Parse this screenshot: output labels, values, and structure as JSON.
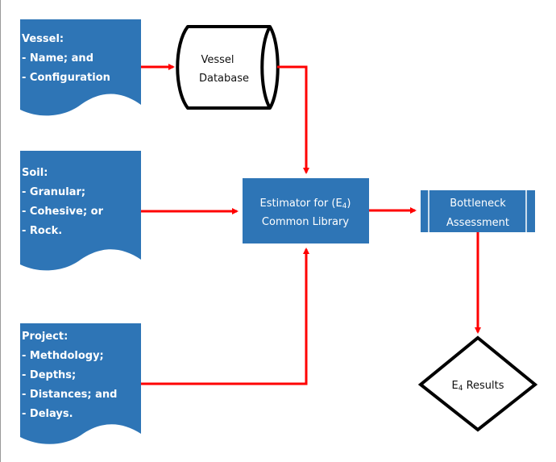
{
  "colors": {
    "document_fill": "#2e75b6",
    "process_fill": "#2e75b6",
    "connector": "#ff0000",
    "outline": "#000000",
    "text_light": "#ffffff",
    "text_dark": "#111111"
  },
  "inputs": {
    "vessel": {
      "title": "Vessel:",
      "items": [
        "- Name; and",
        "- Configuration"
      ]
    },
    "soil": {
      "title": "Soil:",
      "items": [
        "- Granular;",
        "- Cohesive; or",
        "- Rock."
      ]
    },
    "project": {
      "title": "Project:",
      "items": [
        "- Methdology;",
        "- Depths;",
        "- Distances; and",
        "- Delays."
      ]
    }
  },
  "database": {
    "line1": "Vessel",
    "line2": "Database"
  },
  "estimator": {
    "line1": "Estimator for (E",
    "subscript": "4",
    "line1_end": ")",
    "line2": "Common Library"
  },
  "bottleneck": {
    "line1": "Bottleneck",
    "line2": "Assessment"
  },
  "results": {
    "prefix": "E",
    "subscript": "4",
    "label": " Results"
  }
}
